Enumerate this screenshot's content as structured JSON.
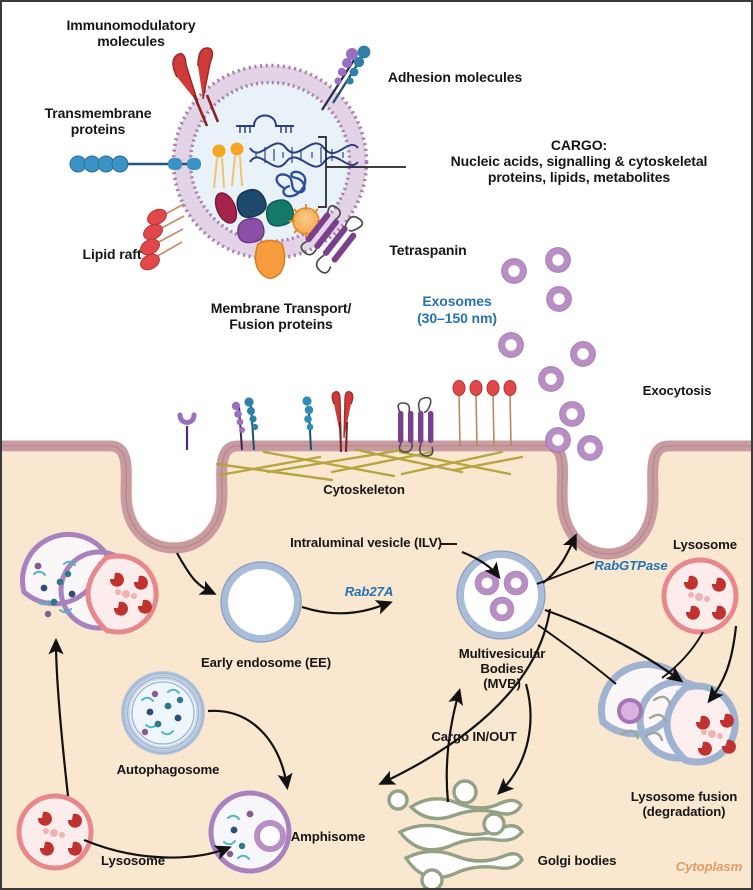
{
  "figure": {
    "title": "Exosome biogenesis, cargo and secretion pathway",
    "background_color": "#ffffff",
    "cytoplasm_color": "#fae7cf",
    "plasma_membrane_color": "#c79ba0",
    "accent_blue": "#2573b5",
    "cytoplasm_label_color": "#e09a63"
  },
  "exosome_panel": {
    "labels": {
      "immunomodulatory": "Immunomodulatory\nmolecules",
      "transmembrane": "Transmembrane\nproteins",
      "lipid_raft": "Lipid raft",
      "membrane_transport": "Membrane Transport/\nFusion proteins",
      "adhesion": "Adhesion molecules",
      "tetraspanin": "Tetraspanin",
      "cargo": "CARGO:\nNucleic acids, signalling & cytoskeletal\nproteins, lipids, metabolites",
      "exosomes": "Exosomes",
      "exosomes_size": "(30–150 nm)"
    },
    "membrane_bilayer_color": "#a97fad",
    "lumen_color": "#e8f2f8",
    "cargo_items": [
      "double-stranded-dna",
      "messenger-rna-hairpin",
      "folded-protein-blue",
      "protein-navy-blob",
      "protein-teal-blob",
      "protein-crimson-rod",
      "protein-purple-blob",
      "metabolite-orange-spiky",
      "lipid-pair-yellow"
    ]
  },
  "cell_panel": {
    "labels": {
      "cytoskeleton": "Cytoskeleton",
      "exocytosis": "Exocytosis",
      "ilv": "Intraluminal vesicle (ILV)",
      "rab27a": "Rab27A",
      "rabgtpase": "RabGTPase",
      "early_endosome": "Early endosome (EE)",
      "mvb": "Multivesicular Bodies\n(MVB)",
      "autophagosome": "Autophagosome",
      "amphisome": "Amphisome",
      "lysosome_left": "Lysosome",
      "lysosome_right": "Lysosome",
      "lysosome_fusion": "Lysosome fusion\n(degradation)",
      "golgi": "Golgi bodies",
      "cargo_in_out": "Cargo IN/OUT",
      "cytoplasm": "Cytoplasm"
    },
    "surface_proteins": [
      "receptor-purple-small",
      "adhesion-purple-blue-chain",
      "glycoprotein-blue-chain",
      "immunomodulatory-red-pair",
      "tetraspanin-purple-fourpass",
      "lipid-anchored-red-stalks"
    ],
    "organelle_colors": {
      "endosome_membrane": "#a9bcd8",
      "lysosome_membrane": "#e8a0a0",
      "amphisome_membrane": "#a981be",
      "golgi_membrane": "#93a184",
      "exosome_vesicle": "#b98ec4"
    }
  }
}
